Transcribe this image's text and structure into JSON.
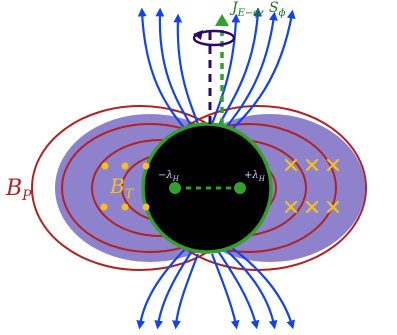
{
  "labels": {
    "poloidal_field": "B",
    "poloidal_field_sub": "P",
    "toroidal_field": "B",
    "toroidal_field_sub": "T",
    "jet_flux": "J",
    "jet_flux_sub": "E−ϕ",
    "jet_flux_sep": ", ",
    "jet_flux2": "S",
    "jet_flux2_sub": "ϕ",
    "charge_left": "−λ",
    "charge_left_sub": "H",
    "charge_right": "+λ",
    "charge_right_sub": "H"
  },
  "colors": {
    "poloidal_loops": "#b22222",
    "field_lines": "#1144ee",
    "toroidal_cloud": "#7b6cc4",
    "black_hole": "#000000",
    "horizon_ring": "#33a02c",
    "toroidal_markers": "#f2c21a",
    "rotation_arrow": "#2a0a6b"
  },
  "icons": {
    "left_toroidal_marker": "dot-out-of-page",
    "right_toroidal_marker": "cross-into-page"
  }
}
